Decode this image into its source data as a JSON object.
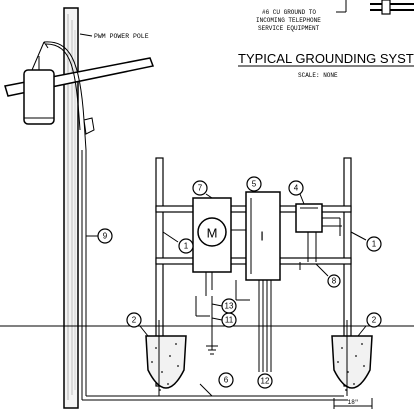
{
  "labels": {
    "pole_label": "PWM POWER POLE",
    "ground_note_1": "#6 CU GROUND TO",
    "ground_note_2": "INCOMING TELEPHONE",
    "ground_note_3": "SERVICE EQUIPMENT",
    "title": "TYPICAL GROUNDING SYST",
    "scale": "SCALE: NONE",
    "meter_symbol": "M",
    "panel_symbol": "I",
    "dimension": "18\""
  },
  "callouts": {
    "c1_left": "1",
    "c1_right": "1",
    "c2_left": "2",
    "c2_right": "2",
    "c4": "4",
    "c5": "5",
    "c6": "6",
    "c7": "7",
    "c8": "8",
    "c9": "9",
    "c11": "11",
    "c12": "12",
    "c13": "13"
  }
}
